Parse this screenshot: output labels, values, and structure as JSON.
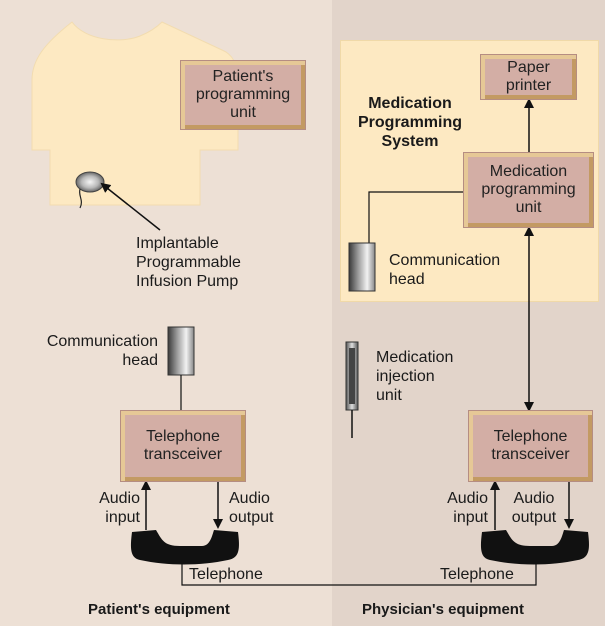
{
  "boxes": {
    "patient_programming_unit": "Patient's\nprogramming\nunit",
    "paper_printer": "Paper\nprinter",
    "medication_programming_unit": "Medication\nprogramming\nunit",
    "patient_telephone_transceiver": "Telephone\ntransceiver",
    "physician_telephone_transceiver": "Telephone\ntransceiver"
  },
  "labels": {
    "implantable_pump": "Implantable\nProgrammable\nInfusion Pump",
    "medication_programming_system": "Medication\nProgramming\nSystem",
    "communication_head_physician": "Communication\nhead",
    "communication_head_patient": "Communication\nhead",
    "medication_injection_unit": "Medication\ninjection\nunit",
    "patient_audio_input": "Audio\ninput",
    "patient_audio_output": "Audio\noutput",
    "physician_audio_input": "Audio\ninput",
    "physician_audio_output": "Audio\noutput",
    "telephone_left": "Telephone",
    "telephone_right": "Telephone"
  },
  "sections": {
    "patient_equipment": "Patient's equipment",
    "physician_equipment": "Physician's equipment"
  },
  "colors": {
    "left_panel": "#ede0d5",
    "right_panel": "#e2d4ca",
    "system_box": "#fde9c2",
    "component_box": "#d3aea5",
    "torso": "#fde9c2",
    "handset": "#111111"
  }
}
